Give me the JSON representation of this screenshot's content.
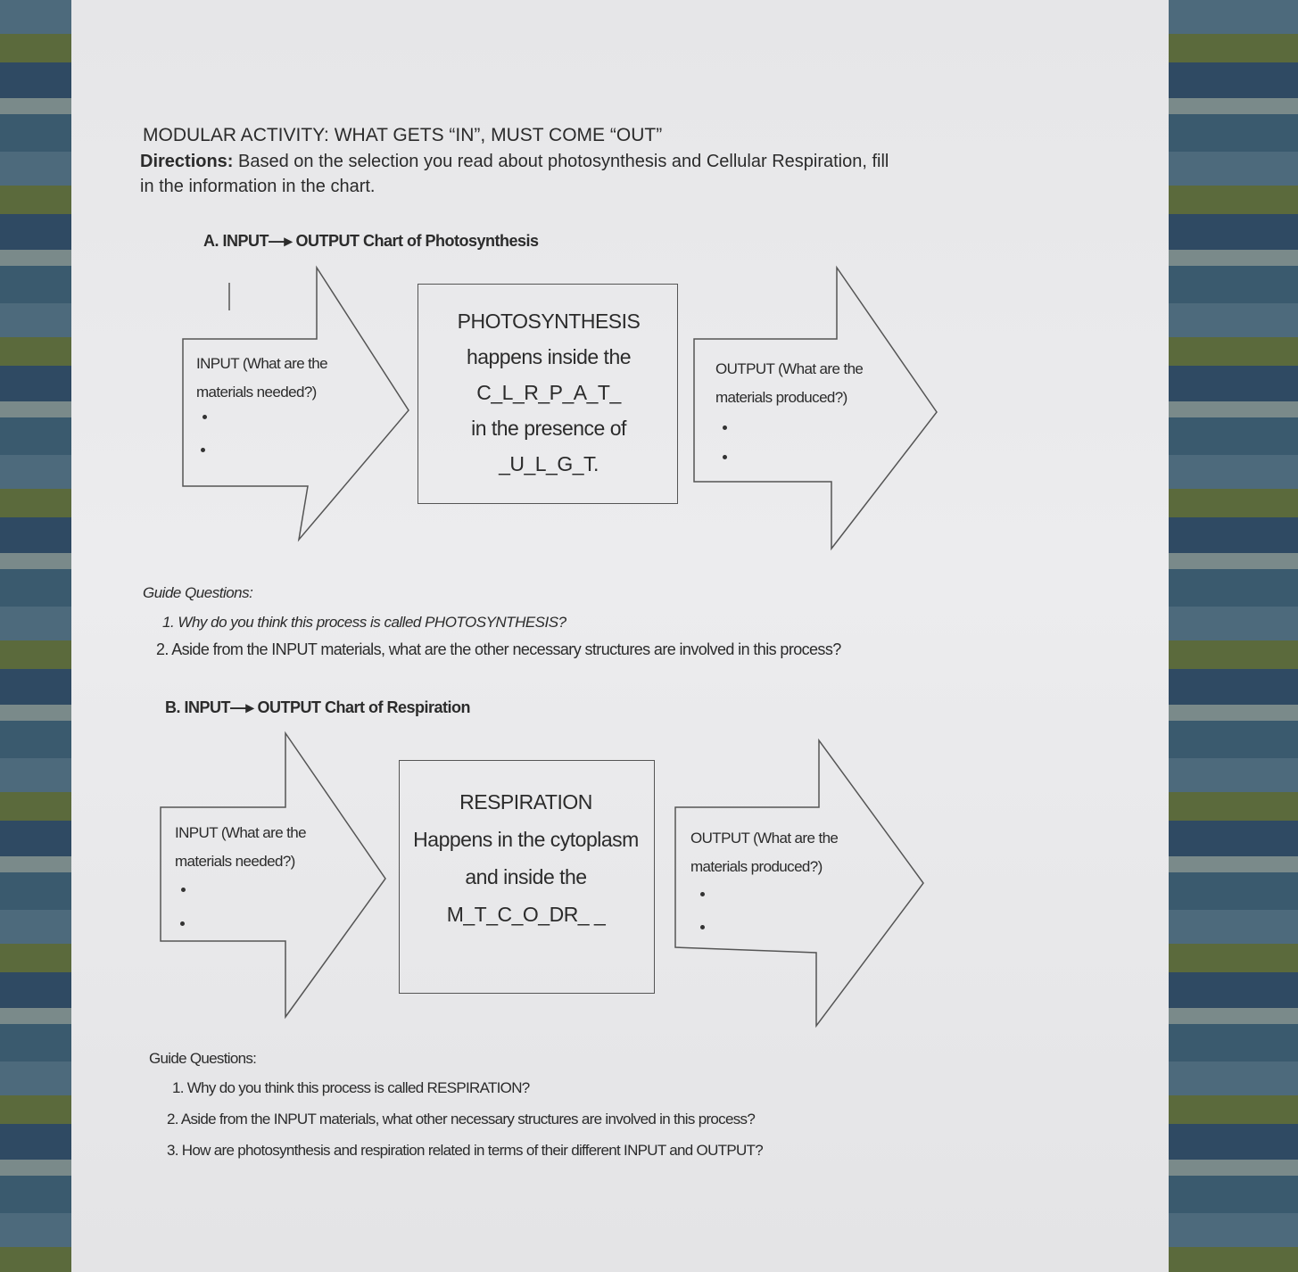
{
  "title": "MODULAR ACTIVITY: WHAT GETS “IN”, MUST COME “OUT”",
  "directions": {
    "label": "Directions:",
    "text_line1": " Based on the selection you read about photosynthesis and Cellular Respiration, fill",
    "text_line2": "in the information in the chart."
  },
  "section_a": {
    "heading": "A. INPUT—▸ OUTPUT Chart of Photosynthesis",
    "input_line1": "INPUT (What are the",
    "input_line2": "materials needed?)",
    "center_line1": "PHOTOSYNTHESIS",
    "center_line2": "happens inside the",
    "center_line3": "C_L_R_P_A_T_",
    "center_line4": "in the presence of",
    "center_line5": "_U_L_G_T.",
    "output_line1": "OUTPUT (What are the",
    "output_line2": "materials produced?)",
    "guide_heading": "Guide Questions:",
    "q1": "1.  Why do you think this process is called PHOTOSYNTHESIS?",
    "q2": "2.  Aside from the INPUT materials, what are the other necessary structures are involved in this process?"
  },
  "section_b": {
    "heading": "B. INPUT—▸ OUTPUT Chart of Respiration",
    "input_line1": "INPUT (What are the",
    "input_line2": "materials needed?)",
    "center_line1": "RESPIRATION",
    "center_line2": "Happens in the cytoplasm",
    "center_line3": "and inside the",
    "center_line4": "M_T_C_O_DR_ _",
    "output_line1": "OUTPUT (What are the",
    "output_line2": "materials produced?)",
    "guide_heading": "Guide Questions:",
    "q1": "1.  Why do you think this process is called RESPIRATION?",
    "q2": "2.  Aside from the INPUT materials, what other necessary structures are involved in this process?",
    "q3": "3.  How are photosynthesis and respiration related in terms of their different INPUT and OUTPUT?"
  }
}
